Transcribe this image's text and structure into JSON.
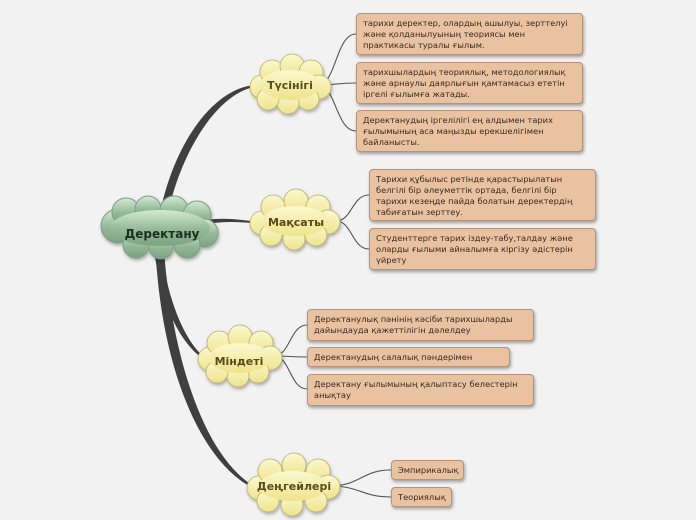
{
  "root": {
    "label": "Деректану"
  },
  "branches": [
    {
      "key": "concept",
      "label": "Түсінігі",
      "leaves": [
        "тарихи деректер, олардың ашылуы, зерттелуі және қолданылуының теориясы мен практикасы туралы ғылым.",
        "тарихшылардың теориялық, методологиялық және арнаулы даярлығын қамтамасыз ететін іргелі ғылымға жатады.",
        "Деректанудың іргелілігі ең алдымен тарих ғылымының аса маңызды ерекшелігімен байланысты."
      ]
    },
    {
      "key": "purpose",
      "label": "Мақсаты",
      "leaves": [
        "Тарихи құбылыс ретінде қарастырылатын белгілі бір әлеуметтік ортада, белгілі бір тарихи кезеңде пайда болатын деректердің табиғатын зерттеу.",
        "Студенттерге тарих іздеу-табу,талдау және оларды ғылыми айналымға кіргізу әдістерін үйрету"
      ]
    },
    {
      "key": "tasks",
      "label": "Міндеті",
      "leaves": [
        "Деректанулық пәнінің кәсіби тарихшыларды дайындауда қажеттілігін дәлелдеу",
        "Деректанудың салалық пәндерімен танысу",
        "Деректану ғылымының қалыптасу белестерін анықтау"
      ]
    },
    {
      "key": "levels",
      "label": "Деңгейлері",
      "leaves": [
        "Эмпирикалық",
        "Теориялық"
      ]
    }
  ],
  "colors": {
    "background": "#f2f2f2",
    "root_cloud": "#93b797",
    "branch_cloud": "#f6f0a6",
    "leaf_fill": "#e9c2a2",
    "connector": "#3f3f3f"
  }
}
